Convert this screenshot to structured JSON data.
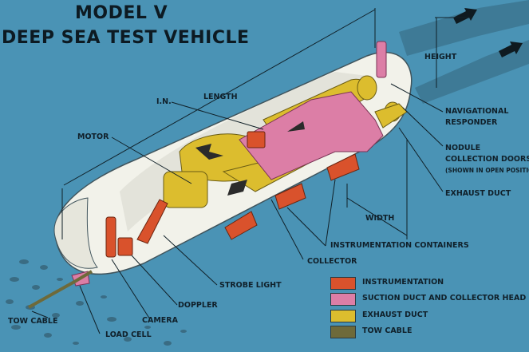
{
  "title": {
    "line1": "MODEL V",
    "line2": "DEEP SEA TEST VEHICLE"
  },
  "labels": {
    "length": "LENGTH",
    "height": "HEIGHT",
    "width": "WIDTH",
    "in": "I.N.",
    "motor": "MOTOR",
    "navigational_responder": [
      "NAVIGATIONAL",
      "RESPONDER"
    ],
    "nodule_doors": [
      "NODULE",
      "COLLECTION DOORS",
      "(SHOWN IN OPEN POSITION)"
    ],
    "exhaust_duct": "EXHAUST DUCT",
    "instrumentation_containers": "INSTRUMENTATION CONTAINERS",
    "collector": "COLLECTOR",
    "strobe_light": "STROBE LIGHT",
    "doppler": "DOPPLER",
    "camera": "CAMERA",
    "load_cell": "LOAD CELL",
    "tow_cable": "TOW CABLE"
  },
  "legend": [
    {
      "label": "INSTRUMENTATION",
      "color": "#d9522c"
    },
    {
      "label": "SUCTION DUCT AND COLLECTOR HEAD",
      "color": "#dc7ea6"
    },
    {
      "label": "EXHAUST DUCT",
      "color": "#dcbd2e"
    },
    {
      "label": "TOW CABLE",
      "color": "#6e6a3a"
    }
  ],
  "colors": {
    "background": "#4a93b5",
    "hull": "#f2f2ea",
    "instrumentation": "#d9522c",
    "suction": "#dc7ea6",
    "exhaust": "#dcbd2e",
    "tow_cable": "#6e6a3a"
  }
}
